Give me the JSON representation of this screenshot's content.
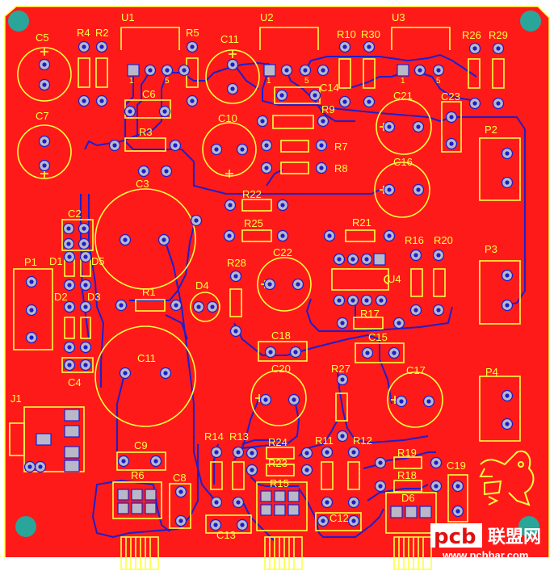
{
  "board": {
    "fill": "#ff1a1a",
    "copper_dark": "#e01010",
    "silkscreen": "#ffff40",
    "trace": "#1e1ecc",
    "pad": "#b8b8c8",
    "mount_hole": "#2aa59a"
  },
  "designators": {
    "C5": "C5",
    "R4": "R4",
    "R2": "R2",
    "U1": "U1",
    "R5": "R5",
    "C11a": "C11",
    "U2": "U2",
    "R10": "R10",
    "R30": "R30",
    "U3": "U3",
    "R26": "R26",
    "R29": "R29",
    "C7": "C7",
    "C6": "C6",
    "C14": "C14",
    "R9": "R9",
    "C21": "C21",
    "C23": "C23",
    "P2": "P2",
    "R3": "R3",
    "C10": "C10",
    "R7": "R7",
    "R8": "R8",
    "C16": "C16",
    "C3": "C3",
    "R22": "R22",
    "C2": "C2",
    "R25": "R25",
    "R21": "R21",
    "P3": "P3",
    "P1": "P1",
    "D1": "D1",
    "D5": "D5",
    "R28": "R28",
    "C22": "C22",
    "R16": "R16",
    "R20": "R20",
    "U4": "U4",
    "D2": "D2",
    "D3": "D3",
    "R1": "R1",
    "D4": "D4",
    "R17": "R17",
    "C11b": "C11",
    "C18": "C18",
    "C15": "C15",
    "C4": "C4",
    "C20": "C20",
    "R27": "R27",
    "C17": "C17",
    "P4": "P4",
    "J1": "J1",
    "R14": "R14",
    "R13": "R13",
    "R24": "R24",
    "R11": "R11",
    "R12": "R12",
    "C9": "C9",
    "R23": "R23",
    "R19": "R19",
    "C19": "C19",
    "R18": "R18",
    "R6": "R6",
    "C8": "C8",
    "R15": "R15",
    "D6": "D6",
    "C12": "C12",
    "C13": "C13"
  },
  "pin_marks": {
    "u1_1": "1",
    "u1_5": "5",
    "u2_1": "1",
    "u2_5": "5",
    "u3_1": "1",
    "u3_5": "5"
  },
  "watermark": {
    "pcb": "pcb",
    "cn": "联盟网",
    "url": "www.pcbbar.com"
  }
}
